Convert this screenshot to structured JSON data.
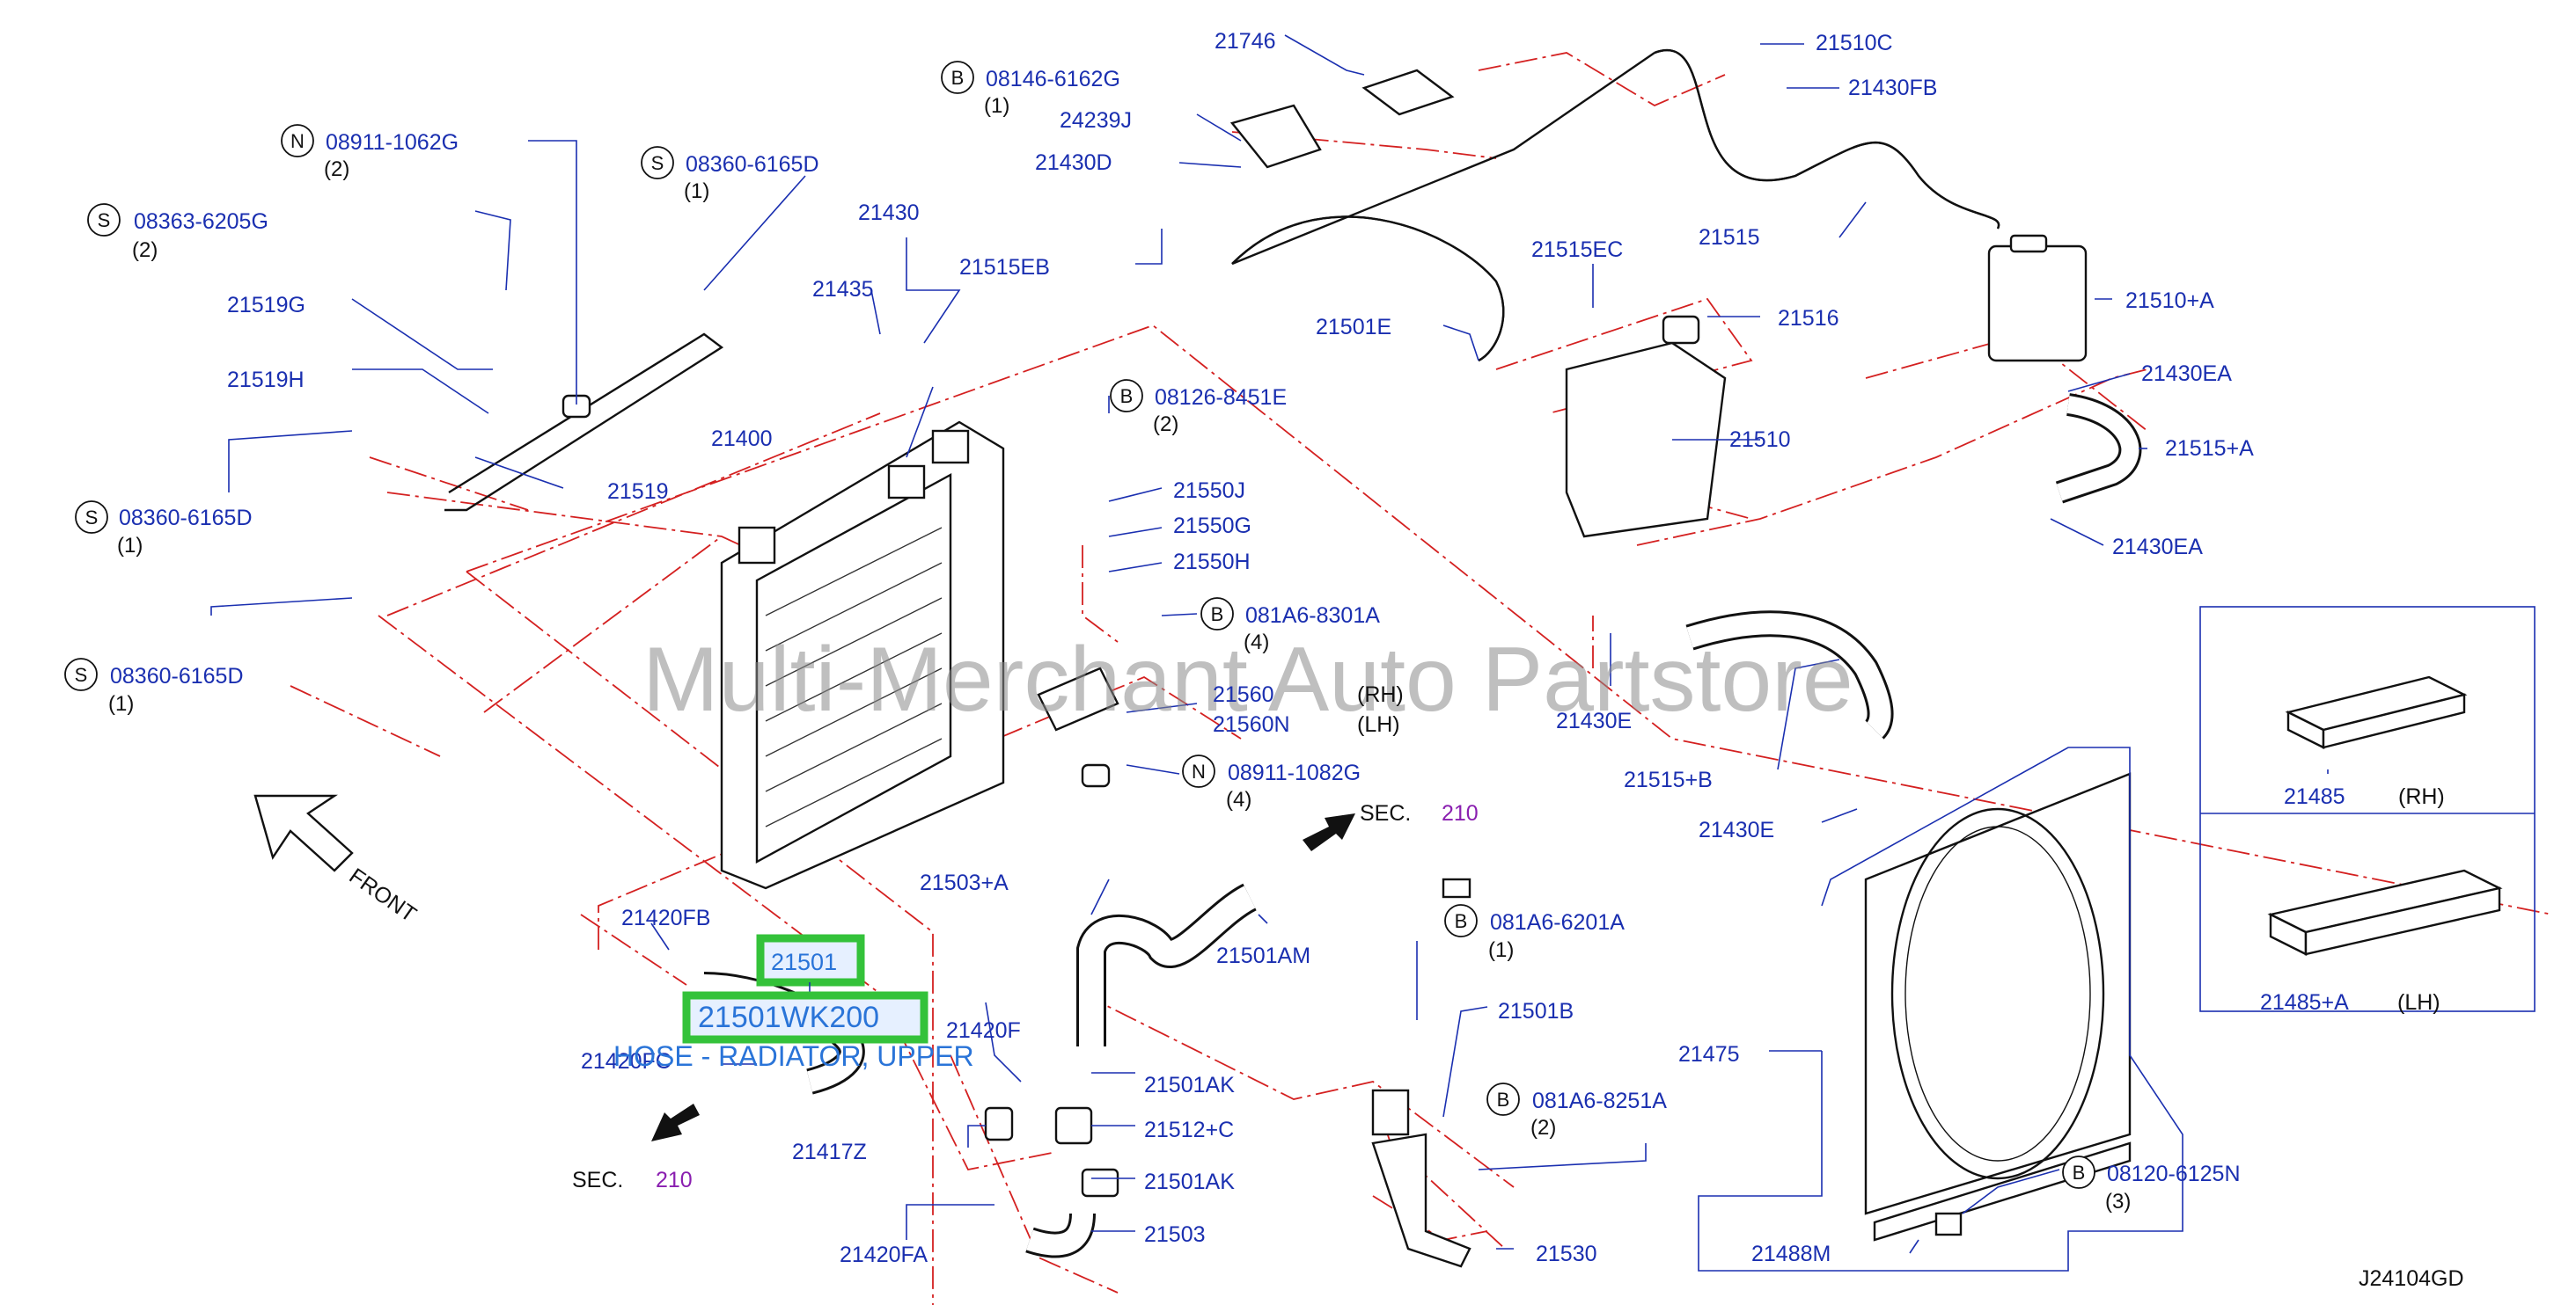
{
  "diagram_code": "J24104GD",
  "watermark": "Multi-Merchant Auto Partstore",
  "front_label": "FRONT",
  "highlight": {
    "part_number": "21501",
    "oem_number": "21501WK200",
    "description": "HOSE - RADIATOR, UPPER"
  },
  "section_refs": [
    {
      "prefix": "SEC.",
      "number": "210"
    },
    {
      "prefix": "SEC.",
      "number": "210"
    }
  ],
  "callouts": [
    {
      "symbol": "N",
      "part": "08911-1062G",
      "qty": "(2)"
    },
    {
      "symbol": "S",
      "part": "08360-6165D",
      "qty": "(1)"
    },
    {
      "symbol": "S",
      "part": "08363-6205G",
      "qty": "(2)"
    },
    {
      "symbol": "S",
      "part": "08360-6165D",
      "qty": "(1)"
    },
    {
      "symbol": "S",
      "part": "08360-6165D",
      "qty": "(1)"
    },
    {
      "symbol": "B",
      "part": "08146-6162G",
      "qty": "(1)"
    },
    {
      "symbol": "B",
      "part": "08126-8451E",
      "qty": "(2)"
    },
    {
      "symbol": "B",
      "part": "081A6-8301A",
      "qty": "(4)"
    },
    {
      "symbol": "N",
      "part": "08911-1082G",
      "qty": "(4)"
    },
    {
      "symbol": "B",
      "part": "081A6-6201A",
      "qty": "(1)"
    },
    {
      "symbol": "B",
      "part": "081A6-8251A",
      "qty": "(2)"
    },
    {
      "symbol": "B",
      "part": "08120-6125N",
      "qty": "(3)"
    }
  ],
  "labels": {
    "p21746": "21746",
    "p24239J": "24239J",
    "p21430D": "21430D",
    "p21515EB": "21515EB",
    "p21430": "21430",
    "p21435": "21435",
    "p21519G": "21519G",
    "p21519H": "21519H",
    "p21519": "21519",
    "p21400": "21400",
    "p21550J": "21550J",
    "p21550G": "21550G",
    "p21550H": "21550H",
    "p21560": "21560",
    "p21560_side": "(RH)",
    "p21560N": "21560N",
    "p21560N_side": "(LH)",
    "p21510C": "21510C",
    "p21430FB": "21430FB",
    "p21515": "21515",
    "p21510A": "21510+A",
    "p21515EC": "21515EC",
    "p21516": "21516",
    "p21501E": "21501E",
    "p21430EA_1": "21430EA",
    "p21510": "21510",
    "p21515A": "21515+A",
    "p21430EA_2": "21430EA",
    "p21430E_1": "21430E",
    "p21515B": "21515+B",
    "p21430E_2": "21430E",
    "p21485": "21485",
    "p21485_side": "(RH)",
    "p21485A": "21485+A",
    "p21485A_side": "(LH)",
    "p21503A": "21503+A",
    "p21501AM": "21501AM",
    "p21420FB": "21420FB",
    "p21420FC": "21420FC",
    "p21420F": "21420F",
    "p21501AK_1": "21501AK",
    "p21512C": "21512+C",
    "p21417Z": "21417Z",
    "p21501AK_2": "21501AK",
    "p21420FA": "21420FA",
    "p21503": "21503",
    "p21501B": "21501B",
    "p21475": "21475",
    "p21530": "21530",
    "p21488M": "21488M"
  },
  "colors": {
    "label": "#1a2fb0",
    "phantom_line": "#d42020",
    "highlight_border": "#34c23a",
    "highlight_text": "#2a74d8",
    "section_number": "#8a1fb0"
  }
}
